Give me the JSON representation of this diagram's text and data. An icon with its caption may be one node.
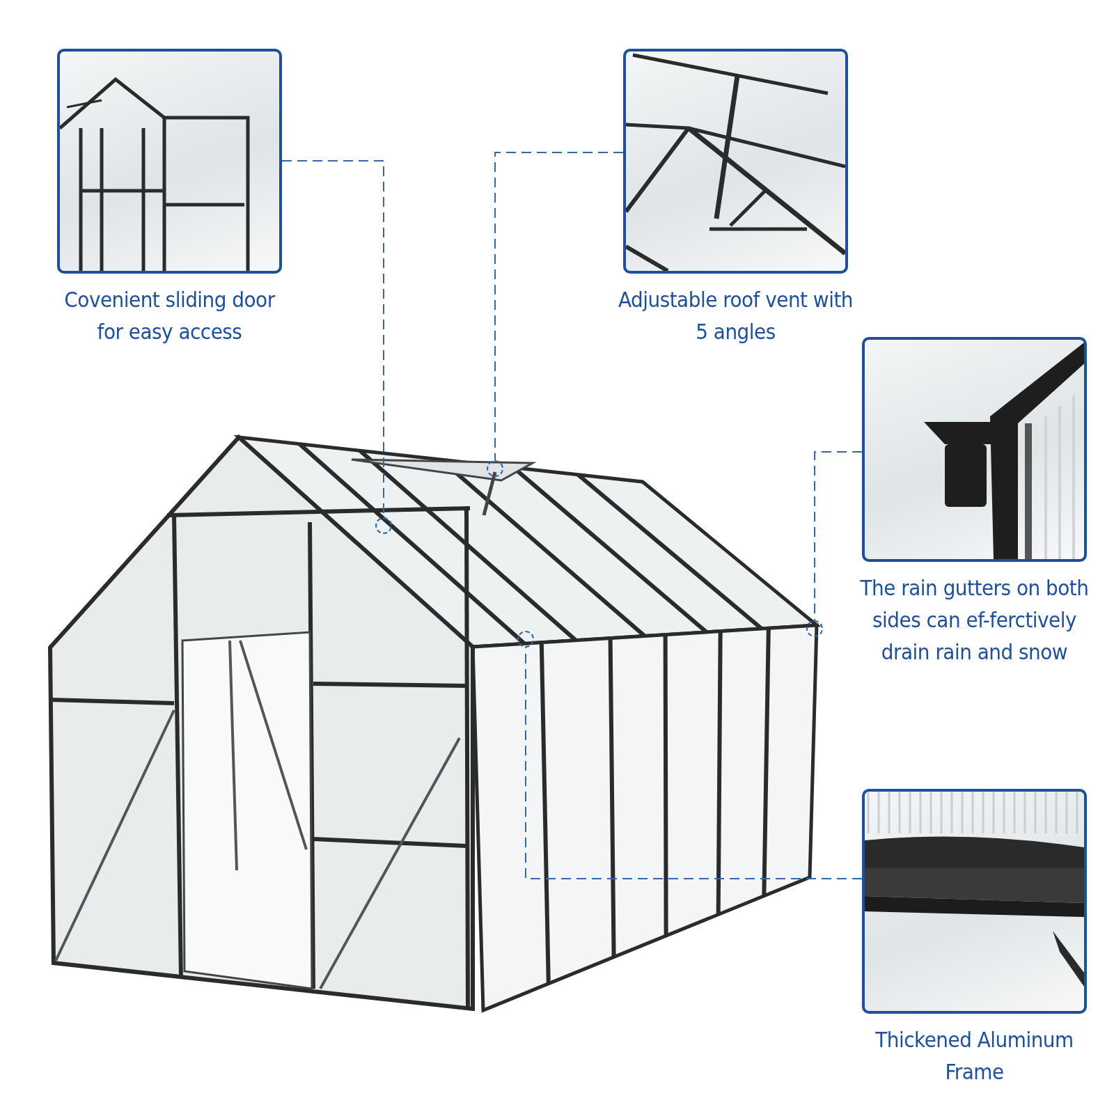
{
  "diagram": {
    "nodes": [
      {
        "text": [
          "Covenient sliding door for easy access"
        ]
      },
      {
        "text": [
          "Adjustable roof vent with 5 angles"
        ]
      },
      {
        "text": [
          "The rain gutters on both sides can ef-ferctively drain rain and snow"
        ]
      },
      {
        "text": [
          "Thickened Aluminum Frame"
        ]
      },
      {
        "text": [],
        "shape": "circle"
      },
      {
        "text": [],
        "shape": "circle"
      },
      {
        "text": [],
        "shape": "circle"
      },
      {
        "text": [],
        "shape": "circle"
      }
    ],
    "edges": [
      {
        "from": 0,
        "to": 4,
        "arrow": "none",
        "style": "dashed"
      },
      {
        "from": 1,
        "to": 5,
        "arrow": "none",
        "style": "dashed"
      },
      {
        "from": 2,
        "to": 7,
        "arrow": "none",
        "style": "dashed"
      },
      {
        "from": 3,
        "to": 6,
        "arrow": "none",
        "style": "dashed"
      }
    ]
  }
}
